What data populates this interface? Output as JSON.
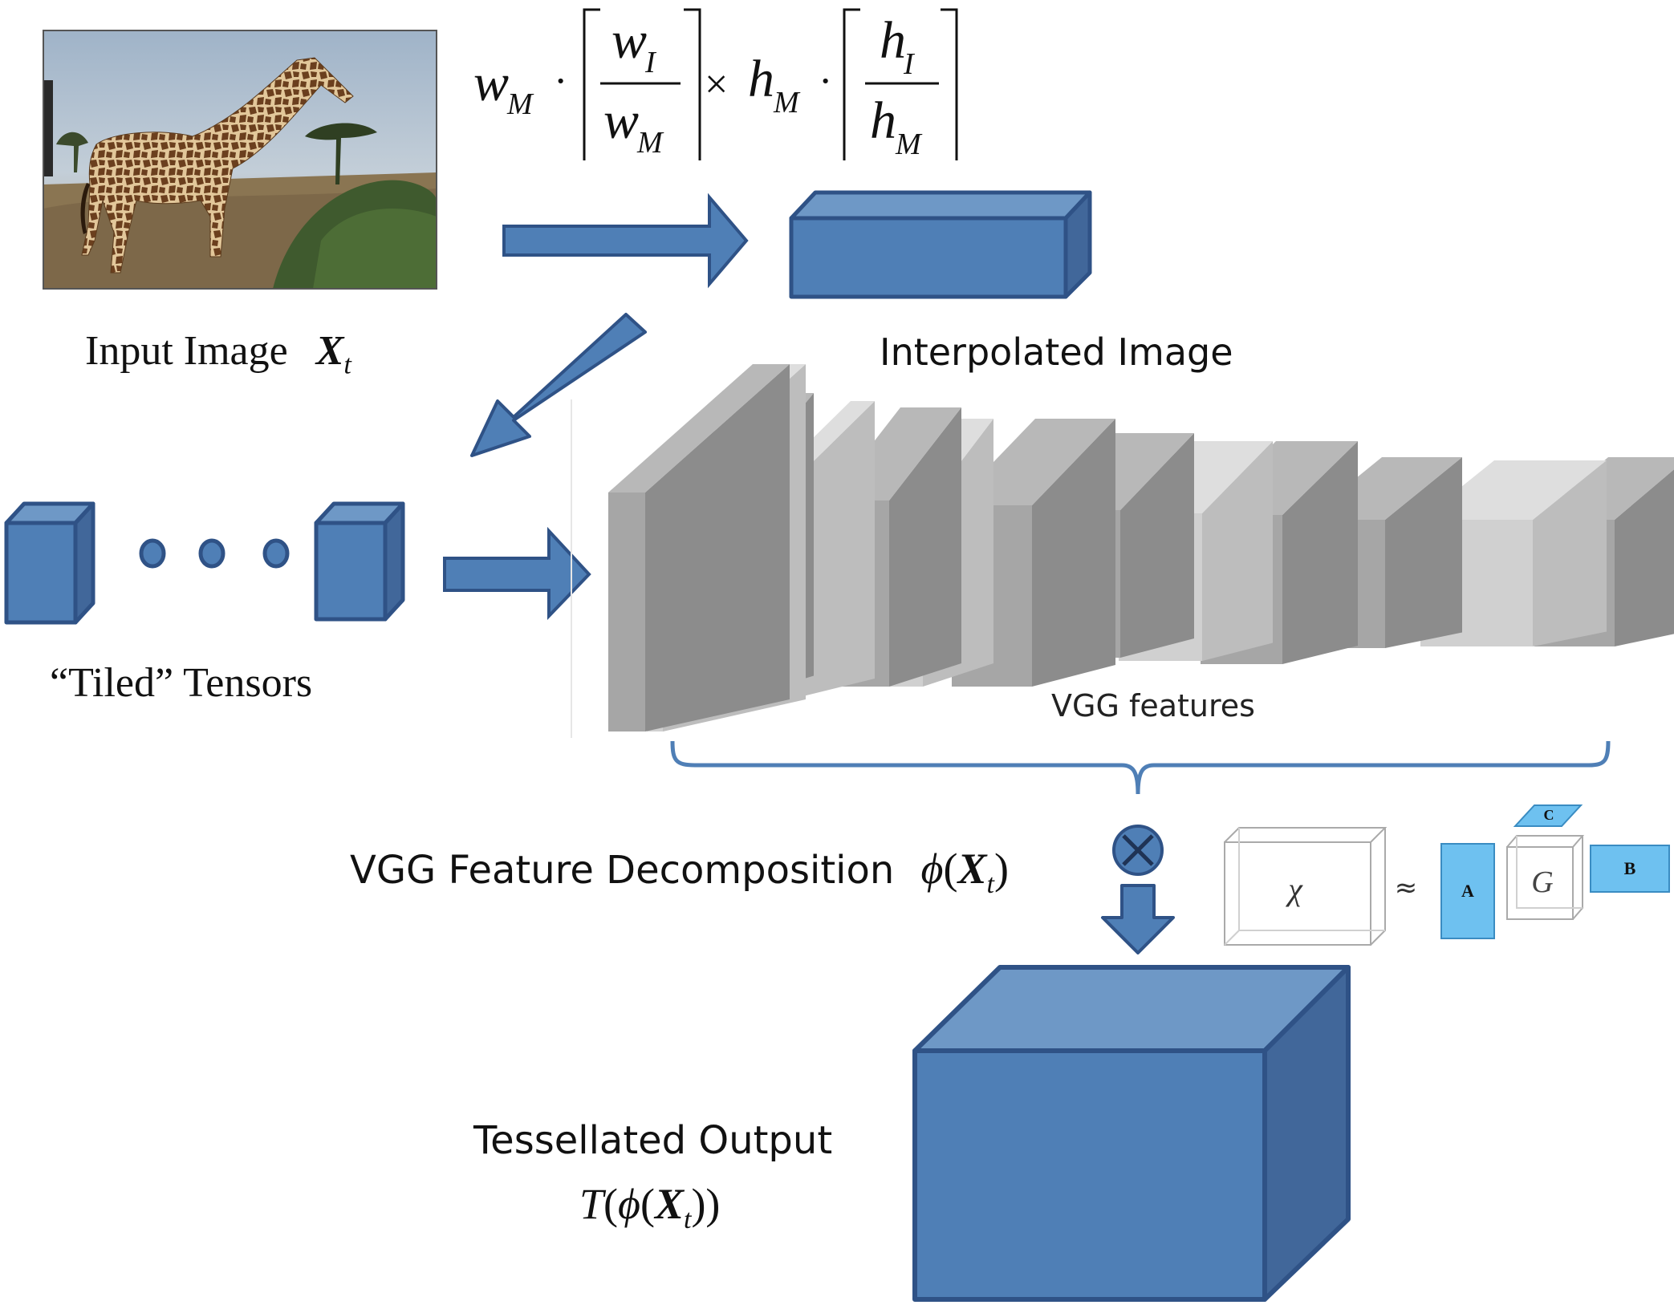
{
  "labels": {
    "input_image": "Input Image",
    "input_image_symbol": "X",
    "input_image_subscript": "t",
    "interpolated_image": "Interpolated Image",
    "tiled_tensors": "“Tiled” Tensors",
    "vgg_features": "VGG features",
    "vgg_decomposition": "VGG Feature Decomposition",
    "phi": "ϕ",
    "tessellated_output": "Tessellated Output",
    "tessellated_T": "T",
    "tucker_x": "χ",
    "tucker_g": "G",
    "tucker_a": "A",
    "tucker_b": "B",
    "tucker_c": "C",
    "approx": "≈",
    "otimes": "⊗"
  },
  "formula": {
    "w": "w",
    "h": "h",
    "sub_M": "M",
    "sub_I": "I",
    "dot": "·",
    "times": "×"
  },
  "colors": {
    "blue_front": "#4f7fb6",
    "blue_top": "#6e98c6",
    "blue_side": "#41679a",
    "blue_stroke": "#2f5286",
    "light_blue": "#6ec1f0",
    "gray_dark": "#8f8f8f",
    "gray_light": "#cfcfcf"
  },
  "icons": {
    "arrow": "block-arrow",
    "ellipsis": "three-dots",
    "brace": "curly-brace",
    "tensor_product": "circled-times"
  }
}
